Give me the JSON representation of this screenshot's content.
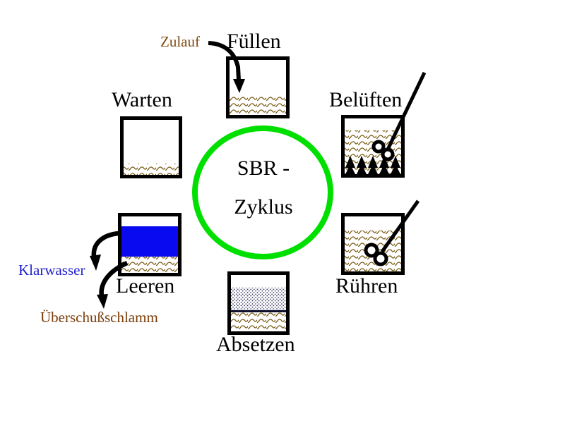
{
  "diagram": {
    "center": {
      "line1": "SBR -",
      "line2": "Zyklus"
    },
    "stages": [
      {
        "id": "fuellen",
        "label": "Füllen"
      },
      {
        "id": "warten",
        "label": "Warten"
      },
      {
        "id": "beluften",
        "label": "Belüften"
      },
      {
        "id": "ruehren",
        "label": "Rühren"
      },
      {
        "id": "absetzen",
        "label": "Absetzen"
      },
      {
        "id": "leeren",
        "label": "Leeren"
      }
    ],
    "annotations": [
      {
        "id": "zulauf",
        "label": "Zulauf",
        "color": "#824a10"
      },
      {
        "id": "klarwasser",
        "label": "Klarwasser",
        "color": "#2222cc"
      },
      {
        "id": "ueberschussschlamm",
        "label": "Überschußschlamm",
        "color": "#7a3c08"
      }
    ],
    "colors": {
      "cycle_circle_green": "#00e000",
      "clear_water_blue": "#0a0af0",
      "wave_pattern_brown": "#7a5c14",
      "settled_dots_navy": "#181848",
      "outline_black": "#000000"
    }
  }
}
